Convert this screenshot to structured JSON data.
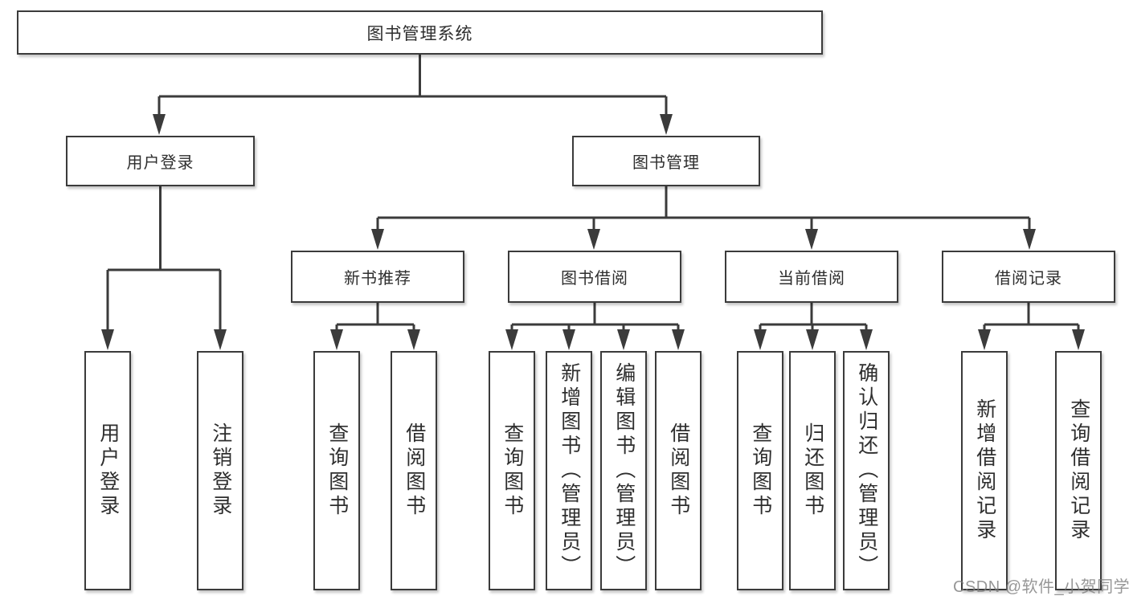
{
  "diagram": {
    "root_label": "图书管理系统",
    "user_login": {
      "label": "用户登录",
      "children": [
        "用户登录",
        "注销登录"
      ]
    },
    "book_mgmt": {
      "label": "图书管理"
    },
    "new_book": {
      "label": "新书推荐",
      "children": [
        "查询图书",
        "借阅图书"
      ]
    },
    "borrow": {
      "label": "图书借阅",
      "children": [
        "查询图书",
        "新增图书（管理员）",
        "编辑图书（管理员）",
        "借阅图书"
      ]
    },
    "current": {
      "label": "当前借阅",
      "children": [
        "查询图书",
        "归还图书",
        "确认归还（管理员）"
      ]
    },
    "records": {
      "label": "借阅记录",
      "children": [
        "新增借阅记录",
        "查询借阅记录"
      ]
    }
  },
  "watermark": {
    "text": "CSDN @软件_小贺同学"
  },
  "colors": {
    "line": "#3b3b3b",
    "text": "#2e2e2e",
    "watermark": "#7d7d7d",
    "background": "#ffffff"
  }
}
